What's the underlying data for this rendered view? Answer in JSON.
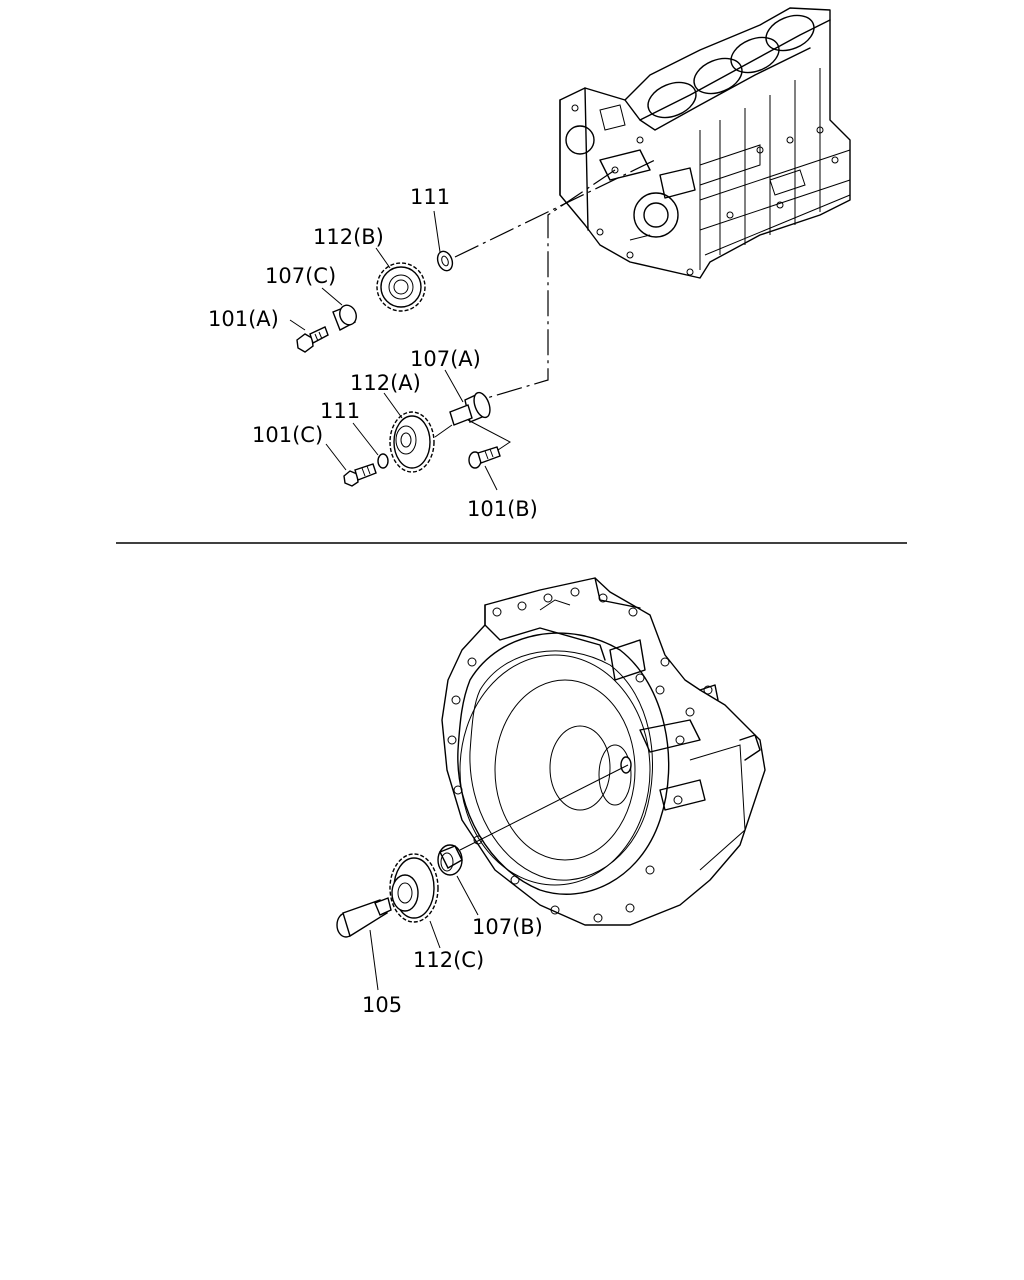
{
  "labels": {
    "p111_top": "111",
    "p112b": "112(B)",
    "p107c": "107(C)",
    "p101a": "101(A)",
    "p107a": "107(A)",
    "p112a": "112(A)",
    "p111_mid": "111",
    "p101c": "101(C)",
    "p101b": "101(B)",
    "p107b": "107(B)",
    "p112c": "112(C)",
    "p105": "105"
  }
}
